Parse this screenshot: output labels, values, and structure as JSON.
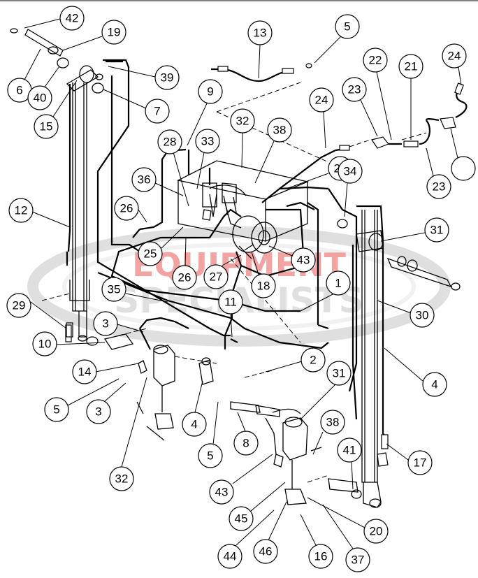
{
  "watermark": {
    "line1": "EQUIPMENT",
    "line2": "SPECIALISTS",
    "color_red": "#e2302c",
    "color_gray": "#c6c6c6",
    "icon": "watermark-logo"
  },
  "callouts": [
    "42",
    "19",
    "6",
    "40",
    "15",
    "39",
    "7",
    "13",
    "5",
    "22",
    "21",
    "24",
    "23",
    "9",
    "28",
    "33",
    "32",
    "38",
    "24",
    "26",
    "36",
    "26",
    "25",
    "26",
    "27",
    "18",
    "43",
    "34",
    "31",
    "12",
    "35",
    "11",
    "1",
    "30",
    "29",
    "3",
    "10",
    "14",
    "2",
    "31",
    "4",
    "5",
    "3",
    "4",
    "5",
    "8",
    "38",
    "32",
    "43",
    "41",
    "17",
    "45",
    "44",
    "46",
    "16",
    "37",
    "20",
    "23"
  ]
}
